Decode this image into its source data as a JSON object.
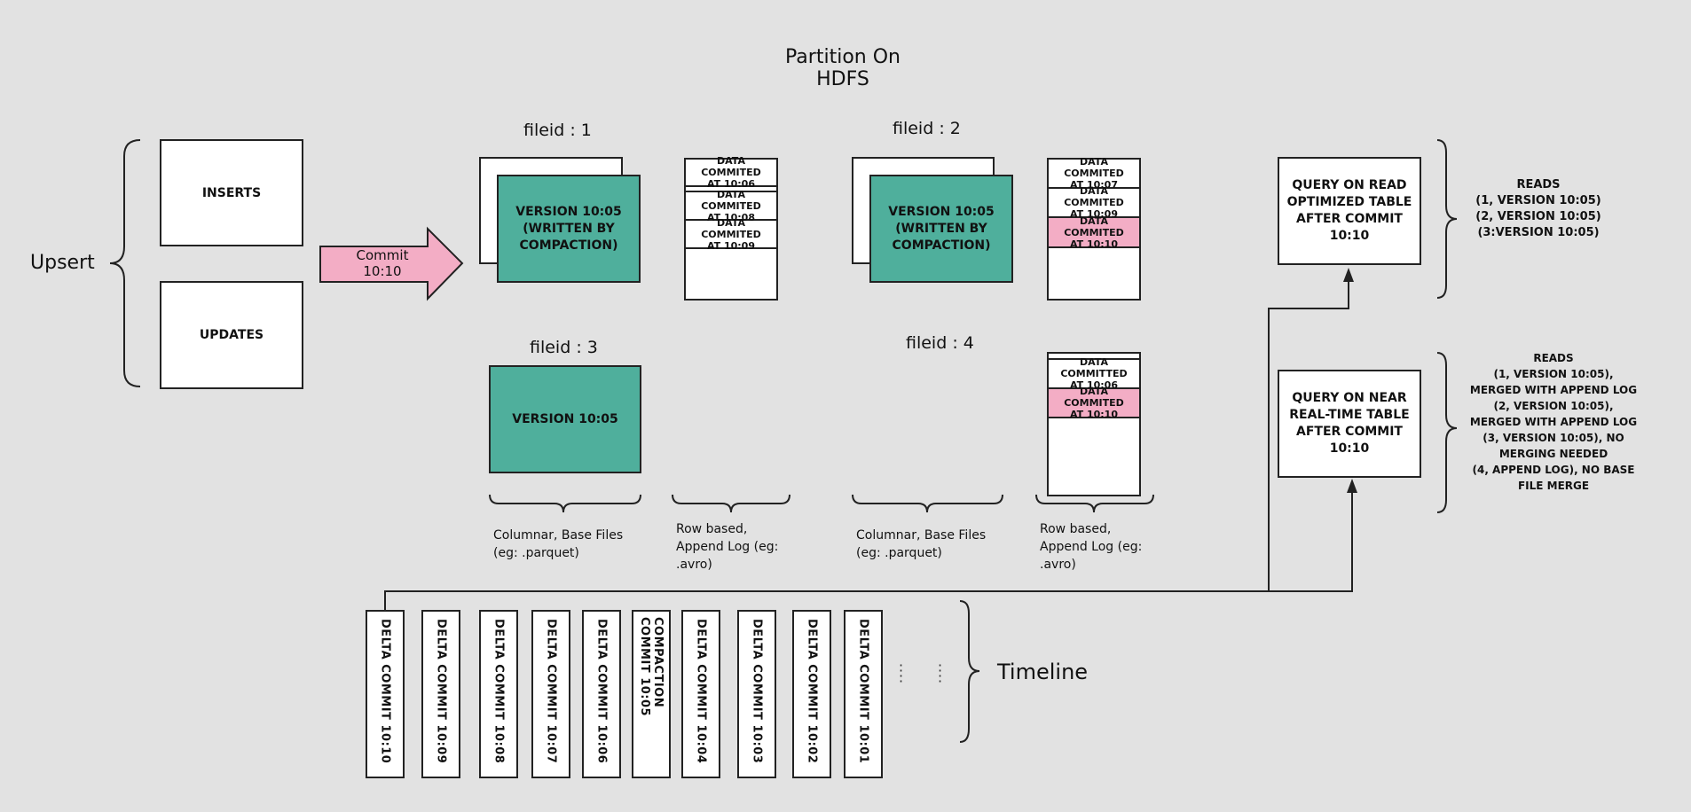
{
  "title": "Partition On HDFS",
  "upsert": {
    "label": "Upsert",
    "inserts": "INSERTS",
    "updates": "UPDATES",
    "commit": "Commit 10:10"
  },
  "file_groups": [
    {
      "fileid": "fileid : 1",
      "base": "VERSION 10:05\n(WRITTEN BY\nCOMPACTION)",
      "log": [
        "DATA COMMITED\nAT 10:06",
        "DATA COMMITED\nAT 10:08",
        "DATA COMMITED\nAT 10:09"
      ]
    },
    {
      "fileid": "fileid : 2",
      "base": "VERSION 10:05\n(WRITTEN BY\nCOMPACTION)",
      "log": [
        "DATA COMMITED\nAT 10:07",
        "DATA COMMITED\nAT 10:09",
        "DATA COMMITED\nAT 10:10"
      ]
    },
    {
      "fileid": "fileid : 3",
      "base": "VERSION 10:05"
    },
    {
      "fileid": "fileid : 4",
      "log": [
        "DATA COMMITTED\nAT 10:06",
        "DATA COMMITED\nAT 10:10"
      ]
    }
  ],
  "captions": {
    "columnar": "Columnar, Base Files\n(eg: .parquet)",
    "rowbased": "Row based,\nAppend Log (eg:\n.avro)"
  },
  "queries": {
    "read_optimized": "QUERY ON READ\nOPTIMIZED TABLE\nAFTER COMMIT\n10:10",
    "near_realtime": "QUERY ON NEAR\nREAL-TIME TABLE\nAFTER COMMIT\n10:10",
    "reads_ro": "READS\n(1, VERSION 10:05)\n(2, VERSION 10:05)\n(3:VERSION 10:05)",
    "reads_rt": "READS\n(1, VERSION 10:05),\nMERGED WITH APPEND LOG\n(2, VERSION 10:05),\nMERGED WITH APPEND LOG\n(3, VERSION 10:05), NO\nMERGING NEEDED\n(4, APPEND LOG), NO BASE\nFILE MERGE"
  },
  "timeline": {
    "label": "Timeline",
    "commits": [
      "DELTA COMMIT  10:10",
      "DELTA COMMIT  10:09",
      "DELTA COMMIT  10:08",
      "DELTA COMMIT  10:07",
      "DELTA COMMIT  10:06",
      "COMPACTION COMMIT 10:05",
      "DELTA COMMIT  10:04",
      "DELTA COMMIT  10:03",
      "DELTA COMMIT  10:02",
      "DELTA COMMIT  10:01"
    ]
  },
  "colors": {
    "green": "#4faf9c",
    "pink": "#f3adc5",
    "background": "#e2e2e2"
  }
}
